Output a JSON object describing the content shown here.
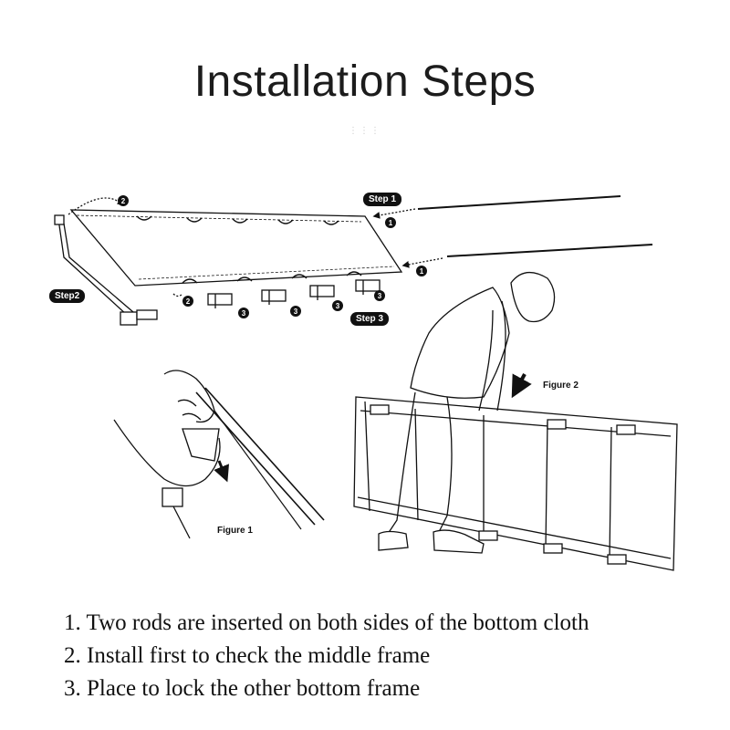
{
  "title": "Installation Steps",
  "labels": {
    "step1": "Step 1",
    "step2": "Step2",
    "step3": "Step 3",
    "figure1": "Figure 1",
    "figure2": "Figure 2"
  },
  "markers": [
    "1",
    "2",
    "3"
  ],
  "instructions": [
    "1. Two rods are inserted on both sides of the bottom cloth",
    "2. Install first to check the middle frame",
    "3. Place to lock the other bottom frame"
  ]
}
